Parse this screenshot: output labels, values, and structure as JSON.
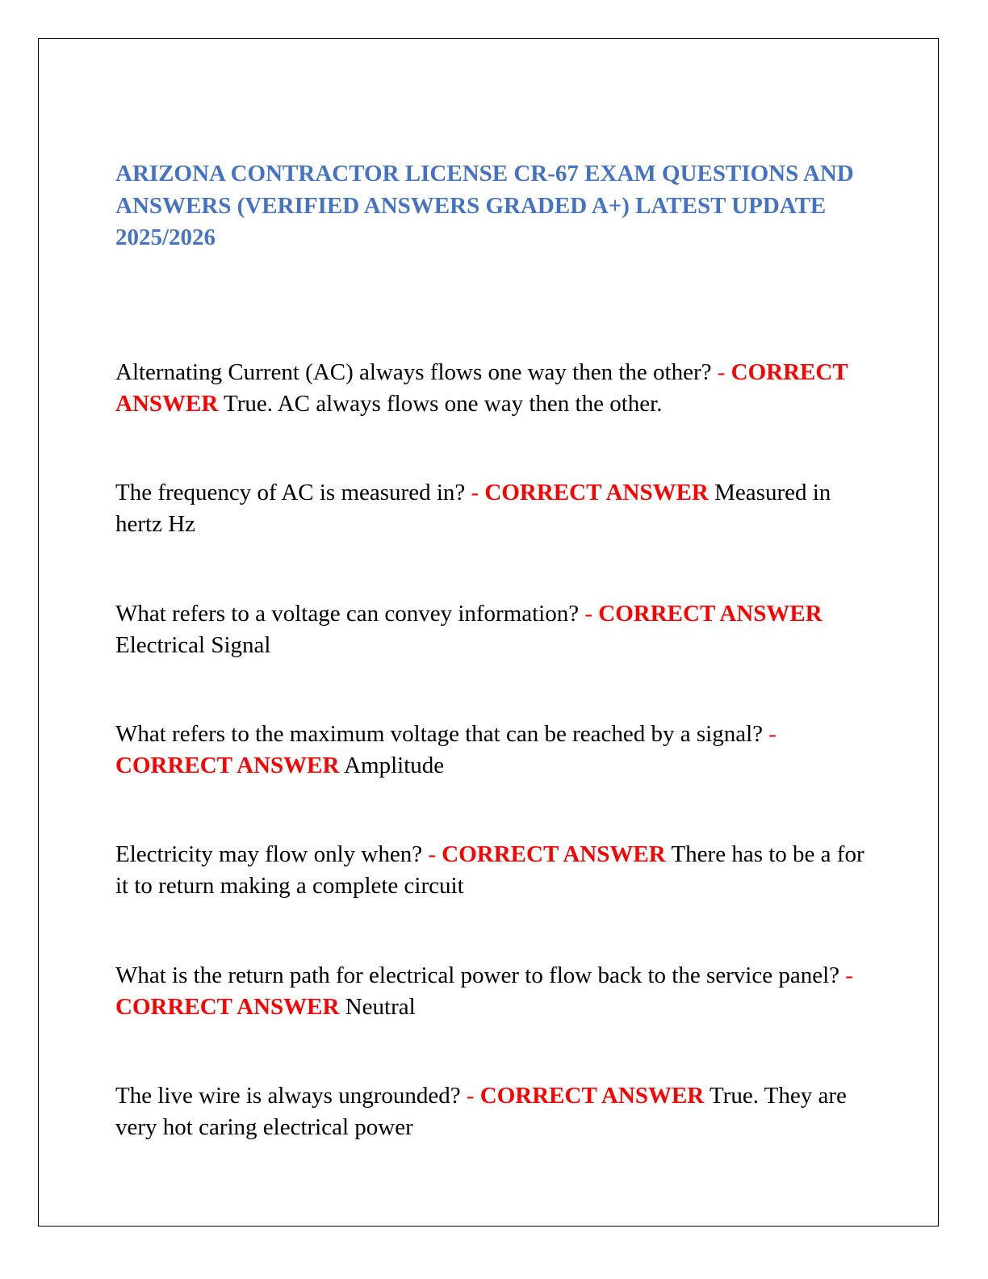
{
  "colors": {
    "title": "#4472c4",
    "answer_tag": "#ff0000",
    "body_text": "#000000"
  },
  "document": {
    "title": "ARIZONA CONTRACTOR LICENSE CR-67 EXAM QUESTIONS AND ANSWERS (VERIFIED ANSWERS GRADED A+) LATEST UPDATE 2025/2026",
    "separator": "-",
    "answer_tag": "CORRECT ANSWER",
    "items": [
      {
        "question": "Alternating Current (AC) always flows one way then the other?",
        "answer": "True. AC always flows one way then the other."
      },
      {
        "question": "The frequency of AC is measured in?",
        "answer": "Measured in hertz Hz"
      },
      {
        "question": "What refers to a voltage can convey information?",
        "answer": "Electrical Signal"
      },
      {
        "question": "What refers to the maximum voltage that can be reached by a signal?",
        "answer": "Amplitude"
      },
      {
        "question": "Electricity may flow only when?",
        "answer": "There has to be a for it to return making a complete circuit"
      },
      {
        "question": "What is the return path for electrical power to flow back to the service panel?",
        "answer": "Neutral"
      },
      {
        "question": "The live wire is always ungrounded?",
        "answer": "True. They are very hot caring electrical power"
      }
    ]
  }
}
